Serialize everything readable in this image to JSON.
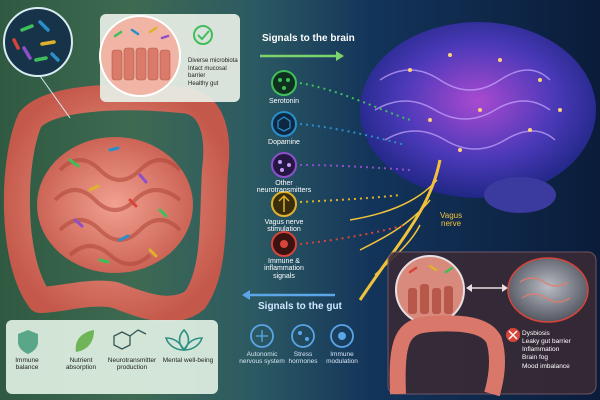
{
  "header": {
    "to_brain": "Signals to the brain",
    "to_gut": "Signals to the gut"
  },
  "healthy_box": {
    "items": [
      "Diverse microbiota",
      "Intact mucosal barrier",
      "Healthy gut"
    ]
  },
  "signals": [
    {
      "label": "Serotonin",
      "color": "#3fbf5a"
    },
    {
      "label": "Dopamine",
      "color": "#2a8ec9"
    },
    {
      "label": "Other\nneurotransmitters",
      "color": "#8e4fc9"
    },
    {
      "label": "Vagus nerve\nstimulation",
      "color": "#e0b22a"
    },
    {
      "label": "Immune &\ninflammation\nsignals",
      "color": "#d9443a"
    }
  ],
  "vagus_label": "Vagus\nnerve",
  "benefits": [
    {
      "label": "Immune\nbalance",
      "icon": "shield-icon"
    },
    {
      "label": "Nutrient\nabsorption",
      "icon": "leaf-icon"
    },
    {
      "label": "Neurotransmitter\nproduction",
      "icon": "molecule-icon"
    },
    {
      "label": "Mental well-being",
      "icon": "lotus-icon"
    }
  ],
  "gut_signals": [
    {
      "label": "Autonomic\nnervous system",
      "icon": "neuron-icon"
    },
    {
      "label": "Stress\nhormones",
      "icon": "hormone-icon"
    },
    {
      "label": "Immune\nmodulation",
      "icon": "immune-cell-icon"
    }
  ],
  "dysbiosis_box": {
    "items": [
      "Dysbiosis",
      "Leaky gut barrier",
      "Inflammation",
      "Brain fog",
      "Mood imbalance"
    ]
  }
}
